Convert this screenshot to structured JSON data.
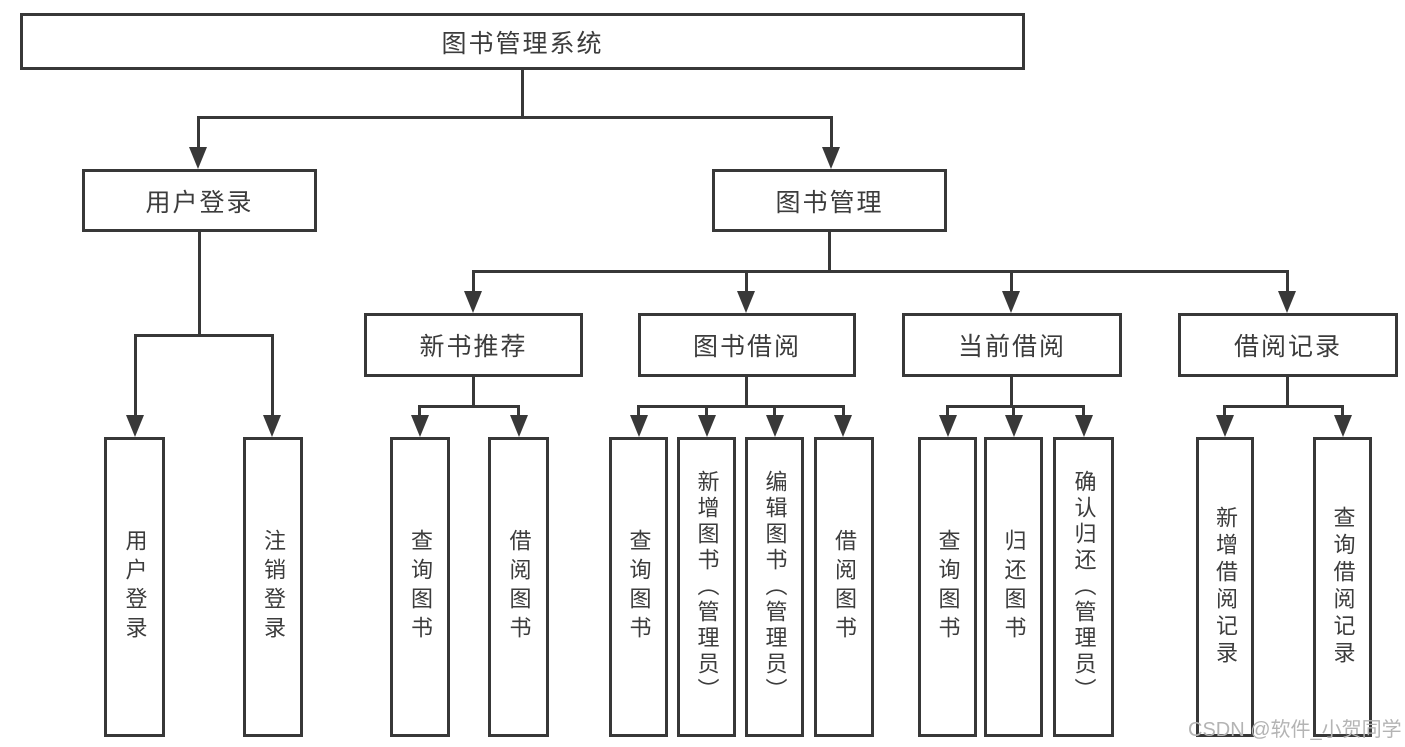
{
  "tree": {
    "root": {
      "label": "图书管理系统"
    },
    "branches": [
      {
        "label": "用户登录",
        "leaves": [
          "用户登录",
          "注销登录"
        ]
      },
      {
        "label": "图书管理",
        "groups": [
          {
            "label": "新书推荐",
            "leaves": [
              "查询图书",
              "借阅图书"
            ]
          },
          {
            "label": "图书借阅",
            "leaves": [
              "查询图书",
              "新增图书（管理员）",
              "编辑图书（管理员）",
              "借阅图书"
            ]
          },
          {
            "label": "当前借阅",
            "leaves": [
              "查询图书",
              "归还图书",
              "确认归还（管理员）"
            ]
          },
          {
            "label": "借阅记录",
            "leaves": [
              "新增借阅记录",
              "查询借阅记录"
            ]
          }
        ]
      }
    ]
  },
  "watermark": "CSDN @软件_小贺同学",
  "colors": {
    "line": "#383838",
    "text": "#3c3c3c",
    "background": "#ffffff",
    "watermark": "#b4b4b4"
  }
}
